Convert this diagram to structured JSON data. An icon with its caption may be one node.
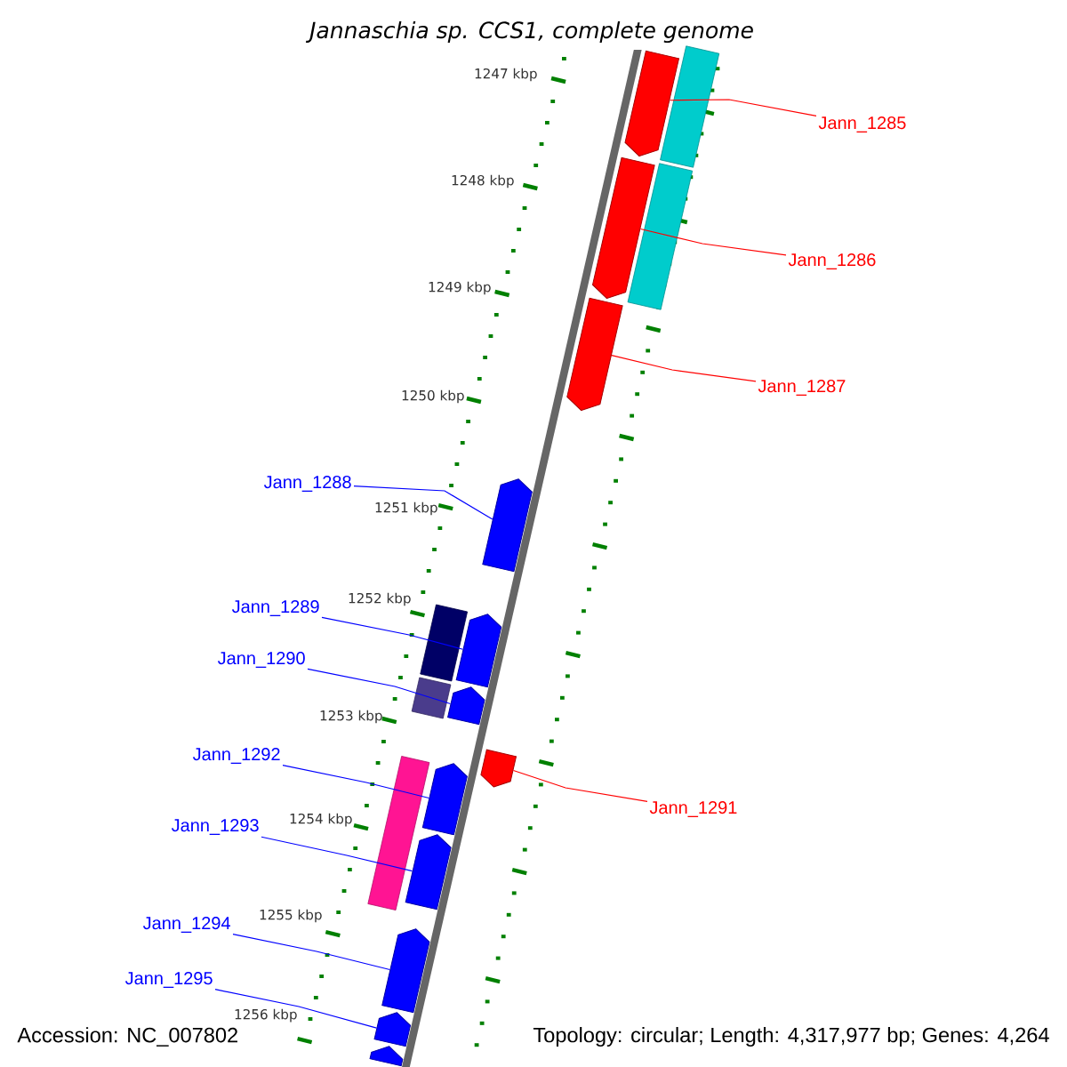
{
  "diagram": {
    "title": "Jannaschia sp. CCS1, complete genome",
    "nodes": [
      {
        "text": [
          "Jann_1285"
        ]
      },
      {
        "text": [
          "Jann_1286"
        ]
      },
      {
        "text": [
          "Jann_1287"
        ]
      },
      {
        "text": [
          "Jann_1288"
        ]
      },
      {
        "text": [
          "Jann_1289"
        ]
      },
      {
        "text": [
          "Jann_1290"
        ]
      },
      {
        "text": [
          "Jann_1292"
        ]
      },
      {
        "text": [
          "Jann_1291"
        ]
      },
      {
        "text": [
          "Jann_1293"
        ]
      },
      {
        "text": [
          "Jann_1294"
        ]
      },
      {
        "text": [
          "Jann_1295"
        ]
      },
      {
        "text": [],
        "shape": "pentagon"
      },
      {
        "text": [],
        "shape": "pentagon"
      },
      {
        "text": [],
        "shape": "pentagon"
      },
      {
        "text": [],
        "shape": "pentagon"
      },
      {
        "text": [],
        "shape": "pentagon"
      },
      {
        "text": [],
        "shape": "pentagon"
      },
      {
        "text": [],
        "shape": "pentagon"
      },
      {
        "text": [],
        "shape": "pentagon"
      },
      {
        "text": [],
        "shape": "pentagon"
      },
      {
        "text": [],
        "shape": "pentagon"
      },
      {
        "text": [],
        "shape": "pentagon"
      },
      {
        "text": [],
        "shape": "bar"
      },
      {
        "text": [],
        "shape": "bar"
      },
      {
        "text": [],
        "shape": "bar"
      },
      {
        "text": [],
        "shape": "bar"
      },
      {
        "text": [],
        "shape": "bar"
      },
      {
        "text": [],
        "shape": "pentagon"
      }
    ],
    "edges": [
      {
        "from": 0,
        "to": 11,
        "arrow": "none",
        "color": "#ff0000"
      },
      {
        "from": 1,
        "to": 12,
        "arrow": "none",
        "color": "#ff0000"
      },
      {
        "from": 2,
        "to": 13,
        "arrow": "none",
        "color": "#ff0000"
      },
      {
        "from": 3,
        "to": 14,
        "arrow": "none"
      },
      {
        "from": 4,
        "to": 15,
        "arrow": "none"
      },
      {
        "from": 5,
        "to": 16,
        "arrow": "none"
      },
      {
        "from": 6,
        "to": 18,
        "arrow": "none"
      },
      {
        "from": 7,
        "to": 17,
        "arrow": "none",
        "color": "#ff0000"
      },
      {
        "from": 8,
        "to": 19,
        "arrow": "none"
      },
      {
        "from": 9,
        "to": 20,
        "arrow": "none"
      },
      {
        "from": 10,
        "to": 21,
        "arrow": "none"
      }
    ],
    "labels": [
      "1247 kbp",
      "1248 kbp",
      "1249 kbp",
      "1250 kbp",
      "1251 kbp",
      "1252 kbp",
      "1253 kbp",
      "1254 kbp",
      "1255 kbp",
      "1256 kbp",
      "Accession: NC_007802",
      "Topology: circular; Length: 4,317,977 bp; Genes: 4,264"
    ]
  }
}
